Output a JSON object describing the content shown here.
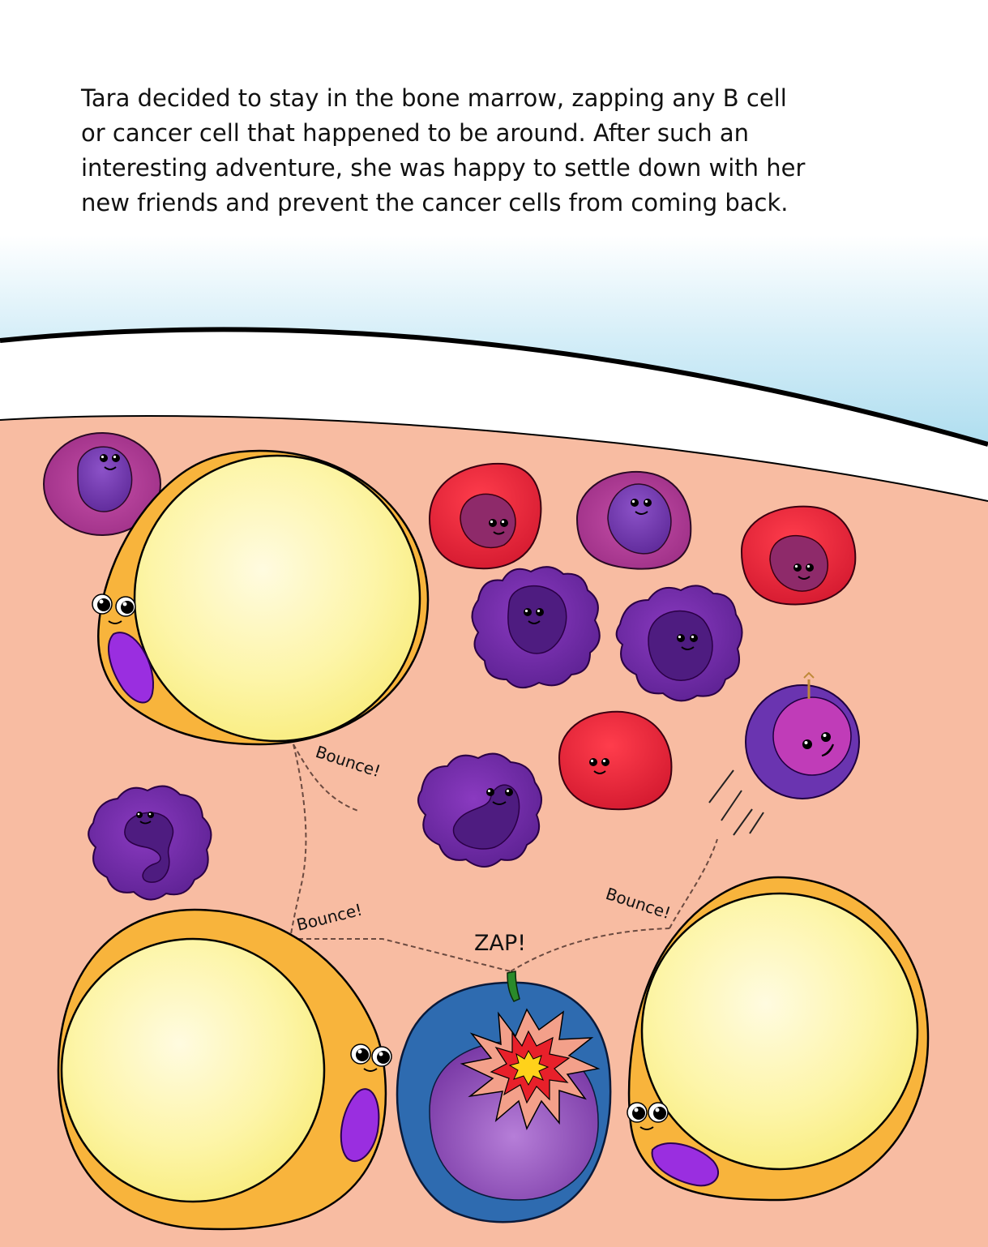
{
  "story": {
    "lines": [
      "Tara decided to stay in the bone marrow, zapping any B cell",
      "or cancer cell that happened to be around. After such an",
      "interesting adventure, she was happy to settle down with her",
      "new friends and prevent the cancer cells from coming back."
    ]
  },
  "sound_effects": {
    "bounce_1": "Bounce!",
    "bounce_2": "Bounce!",
    "bounce_3": "Bounce!",
    "zap": "ZAP!"
  },
  "colors": {
    "sky_blue": "#a9dbee",
    "marrow_pink": "#f8bca2",
    "fat_cell_yellow": "#fbf39a",
    "fat_cell_rim": "#f8b43c",
    "nucleus_purple": "#9a36d9",
    "red_cell": "#e62a42",
    "cancer_blue": "#2e6bb0",
    "zap_red": "#e8202a"
  }
}
